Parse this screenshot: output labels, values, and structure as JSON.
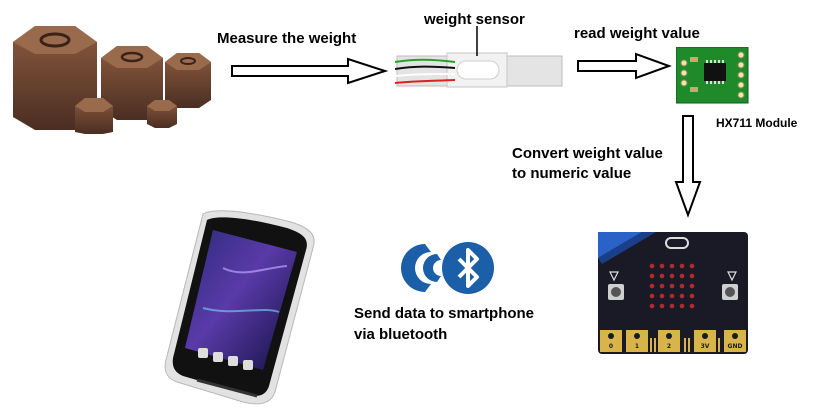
{
  "labels": {
    "measure": "Measure the weight",
    "sensor": "weight sensor",
    "read": "read weight value",
    "module": "HX711  Module",
    "convert_1": "Convert weight value",
    "convert_2": "to numeric value",
    "send_1": "Send data to smartphone",
    "send_2": "via bluetooth"
  },
  "board": {
    "pins": [
      "0",
      "1",
      "2",
      "3V",
      "GND"
    ]
  },
  "colors": {
    "bluetooth": "#1a5fa8",
    "microbit": "#1a1a26",
    "pcb": "#1f8a2a"
  }
}
